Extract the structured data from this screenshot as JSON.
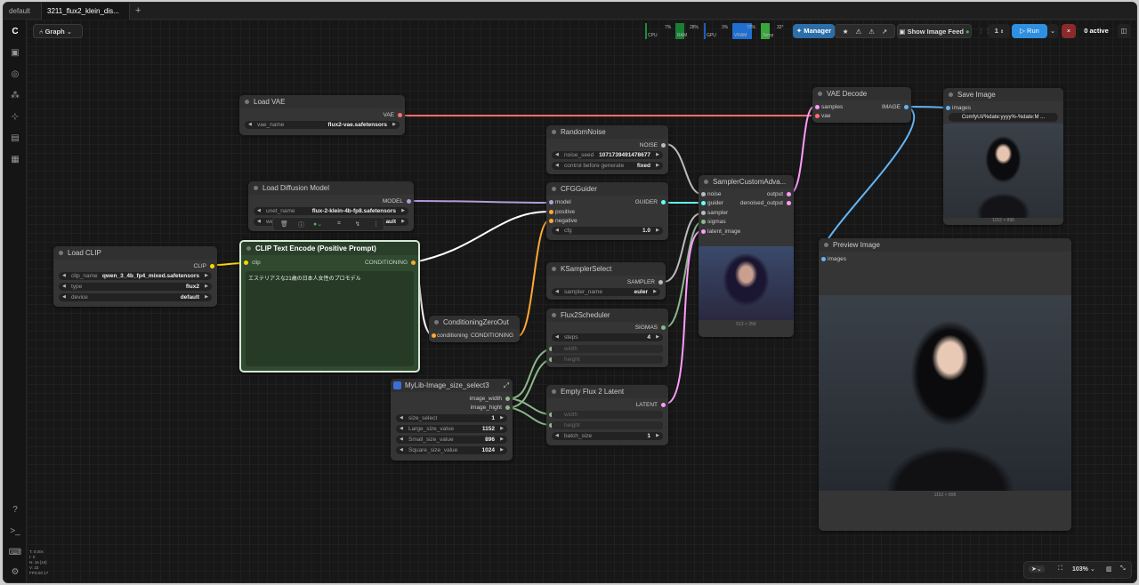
{
  "tabs": {
    "workspace": "default",
    "file": "3211_flux2_klein_dis...",
    "new": "+"
  },
  "toolbar": {
    "graph_label": "Graph",
    "stats": [
      {
        "label": "CPU",
        "value": "7%"
      },
      {
        "label": "RAM",
        "value": "28%"
      },
      {
        "label": "GPU",
        "value": "3%"
      },
      {
        "label": "VRAM",
        "value": "72%"
      },
      {
        "label": "Temp",
        "value": "32°"
      }
    ],
    "manager": "Manager",
    "show_feed": "Show Image Feed",
    "queue_count": "1",
    "run": "Run",
    "active": "0 active"
  },
  "nodes": {
    "load_vae": {
      "title": "Load VAE",
      "out": "VAE",
      "w_name": "vae_name",
      "w_val": "flux2-vae.safetensors"
    },
    "load_diffusion": {
      "title": "Load Diffusion Model",
      "out": "MODEL",
      "w_name": "unet_name",
      "w_val": "flux-2-klein-4b-fp8.safetensors",
      "w2_name": "wei",
      "w2_val": "ault"
    },
    "load_clip": {
      "title": "Load CLIP",
      "out": "CLIP",
      "w1_name": "clip_name",
      "w1_val": "qwen_3_4b_fp4_mixed.safetensors",
      "w2_name": "type",
      "w2_val": "flux2",
      "w3_name": "device",
      "w3_val": "default"
    },
    "clip_text": {
      "title": "CLIP Text Encode (Positive Prompt)",
      "in": "clip",
      "out": "CONDITIONING",
      "text": "エステリアスな21歳の日本人女性のプロモデル"
    },
    "cond_zero": {
      "title": "ConditioningZeroOut",
      "in": "conditioning",
      "out": "CONDITIONING"
    },
    "random_noise": {
      "title": "RandomNoise",
      "out": "NOISE",
      "w1_name": "noise_seed",
      "w1_val": "1071739491478677",
      "w2_name": "control before generate",
      "w2_val": "fixed"
    },
    "cfg_guider": {
      "title": "CFGGuider",
      "in1": "model",
      "in2": "positive",
      "in3": "negative",
      "out": "GUIDER",
      "w_name": "cfg",
      "w_val": "1.0"
    },
    "ksampler_select": {
      "title": "KSamplerSelect",
      "out": "SAMPLER",
      "w_name": "sampler_name",
      "w_val": "euler"
    },
    "flux2_scheduler": {
      "title": "Flux2Scheduler",
      "out": "SIGMAS",
      "w_name": "steps",
      "w_val": "4",
      "in_w": "width",
      "in_h": "height"
    },
    "empty_latent": {
      "title": "Empty Flux 2 Latent",
      "out": "LATENT",
      "in_w": "width",
      "in_h": "height",
      "w_name": "batch_size",
      "w_val": "1"
    },
    "mylib": {
      "title": "MyLib-Image_size_select3",
      "out1": "image_width",
      "out2": "image_hight",
      "w1_name": "size_select",
      "w1_val": "1",
      "w2_name": "Large_size_value",
      "w2_val": "1152",
      "w3_name": "Small_size_value",
      "w3_val": "896",
      "w4_name": "Square_size_value",
      "w4_val": "1024"
    },
    "sampler_custom": {
      "title": "SamplerCustomAdva...",
      "in1": "noise",
      "in2": "guider",
      "in3": "sampler",
      "in4": "sigmas",
      "in5": "latent_image",
      "out1": "output",
      "out2": "denoised_output",
      "cap": "512 × 256"
    },
    "vae_decode": {
      "title": "VAE Decode",
      "in1": "samples",
      "in2": "vae",
      "out": "IMAGE"
    },
    "save_image": {
      "title": "Save Image",
      "in": "images",
      "w_val": "ComfyUI/%date:yyyy%-%date:M ...",
      "cap": "1152 × 896"
    },
    "preview_image": {
      "title": "Preview Image",
      "in": "images",
      "cap": "1152 × 896"
    }
  },
  "status": {
    "l1": "T: 0.00s",
    "l2": "I: 0",
    "l3": "N: 16 [16]",
    "l4": "V: 33",
    "l5": "FPS:60.17"
  },
  "zoom": "103%",
  "colors": {
    "vae": "#ff6e6e",
    "model": "#b39ddb",
    "clip": "#ffd500",
    "cond": "#ffa931",
    "latent": "#ff9cf9",
    "image": "#64b5f6",
    "guider": "#66ffff",
    "int": "#8bb88b"
  }
}
